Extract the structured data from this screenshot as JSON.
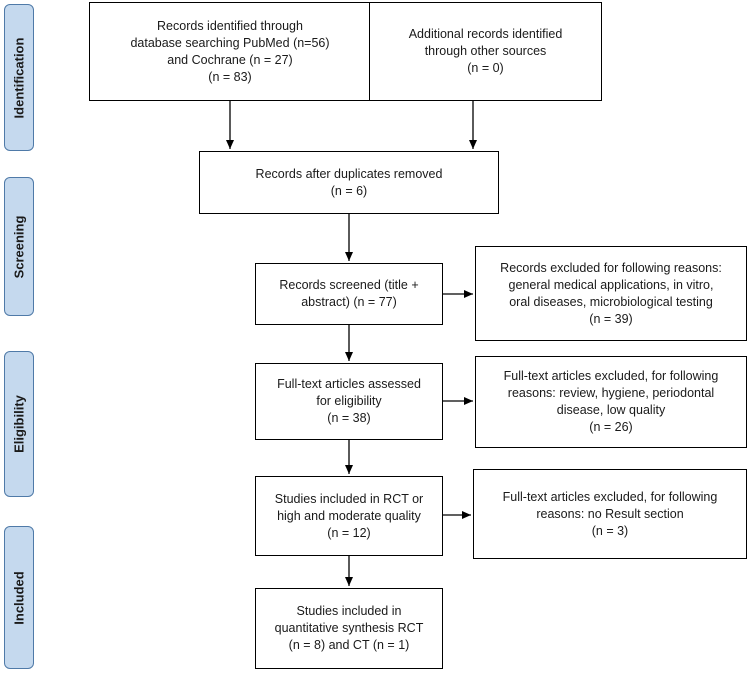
{
  "phases": {
    "identification": "Identification",
    "screening": "Screening",
    "eligibility": "Eligibility",
    "included": "Included"
  },
  "boxes": {
    "db_search": "Records identified through\ndatabase searching PubMed (n=56)\nand Cochrane (n = 27)\n(n = 83)",
    "other_sources": "Additional records identified\nthrough other sources\n(n = 0)",
    "duplicates_removed": "Records after duplicates removed\n(n = 6)",
    "screened": "Records screened (title +\nabstract) (n = 77)",
    "excluded_screening": "Records excluded for following reasons:\ngeneral medical applications, in vitro,\noral diseases, microbiological testing\n(n = 39)",
    "fulltext_assessed": "Full-text articles assessed\nfor eligibility\n(n = 38)",
    "fulltext_excluded_1": "Full-text articles excluded, for following\nreasons: review, hygiene, periodontal\ndisease, low quality\n(n = 26)",
    "studies_rct": "Studies included in RCT or\nhigh and moderate quality\n(n = 12)",
    "fulltext_excluded_2": "Full-text articles excluded, for following\nreasons: no Result section\n(n = 3)",
    "quantitative_synthesis": "Studies included in\nquantitative synthesis RCT\n(n = 8) and CT (n = 1)"
  }
}
